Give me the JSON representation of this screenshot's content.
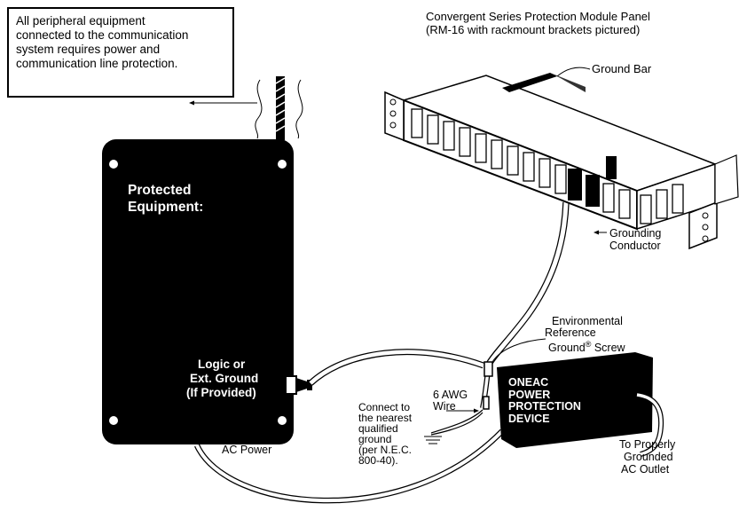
{
  "note": {
    "lines": [
      "All peripheral equipment",
      "connected to the communication",
      "system requires power and",
      "communication line protection."
    ]
  },
  "panel": {
    "title_lines": [
      "Convergent Series Protection Module Panel",
      "(RM-16 with rackmount brackets pictured)"
    ]
  },
  "labels": {
    "ground_bar": "Ground Bar",
    "grounding_conductor": [
      "Grounding",
      "Conductor"
    ],
    "protected_equipment": [
      "Protected",
      "Equipment:"
    ],
    "logic_ground": [
      "Logic or",
      "Ext. Ground",
      "(If Provided)"
    ],
    "environmental": [
      "Environmental",
      "Reference",
      "Ground",
      "®",
      " Screw"
    ],
    "awg_wire": [
      "6 AWG",
      "Wire"
    ],
    "connect_nearest": [
      "Connect to",
      "the nearest",
      "qualified",
      "ground",
      "(per N.E.C.",
      "800-40)."
    ],
    "oneac_device": [
      "ONEAC",
      "POWER",
      "PROTECTION",
      "DEVICE"
    ],
    "ac_power": "AC Power",
    "ac_outlet": [
      "To Properly",
      "Grounded",
      "AC Outlet"
    ]
  }
}
